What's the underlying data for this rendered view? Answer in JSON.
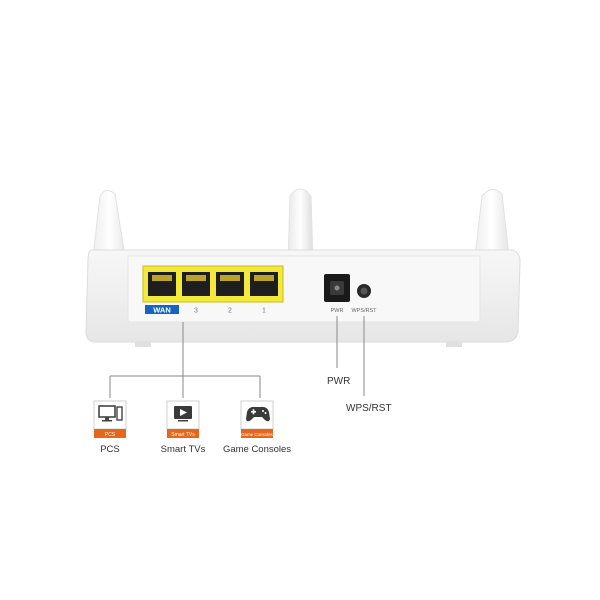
{
  "router": {
    "port_labels": {
      "wan": "WAN",
      "lan3": "3",
      "lan2": "2",
      "lan1": "1",
      "pwr": "PWR",
      "wps_rst": "WPS/RST"
    },
    "colors": {
      "port_block": "#f3e93a",
      "wan_tag": "#1565c0",
      "body": "#f4f4f4",
      "callout_badge": "#e8661c"
    }
  },
  "callouts": {
    "pwr": "PWR",
    "wps_rst": "WPS/RST"
  },
  "devices": [
    {
      "icon": "monitor-icon",
      "badge": "PCS",
      "label": "PCS"
    },
    {
      "icon": "tv-icon",
      "badge": "Smart TVs",
      "label": "Smart TVs"
    },
    {
      "icon": "gamepad-icon",
      "badge": "Game Consoles",
      "label": "Game Consoles"
    }
  ]
}
